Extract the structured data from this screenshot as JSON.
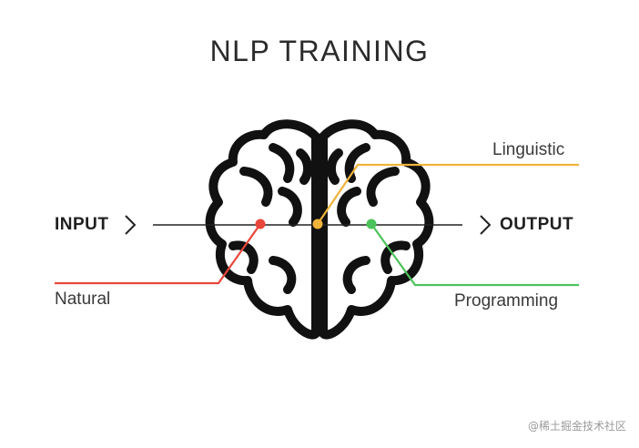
{
  "title": "NLP TRAINING",
  "labels": {
    "input": "INPUT",
    "output": "OUTPUT",
    "linguistic": "Linguistic",
    "natural": "Natural",
    "programming": "Programming"
  },
  "colors": {
    "natural": "#e8463b",
    "linguistic": "#f0b33a",
    "programming": "#4cc35c",
    "brain": "#111111",
    "line": "#222222"
  },
  "watermark": "@稀土掘金技术社区"
}
